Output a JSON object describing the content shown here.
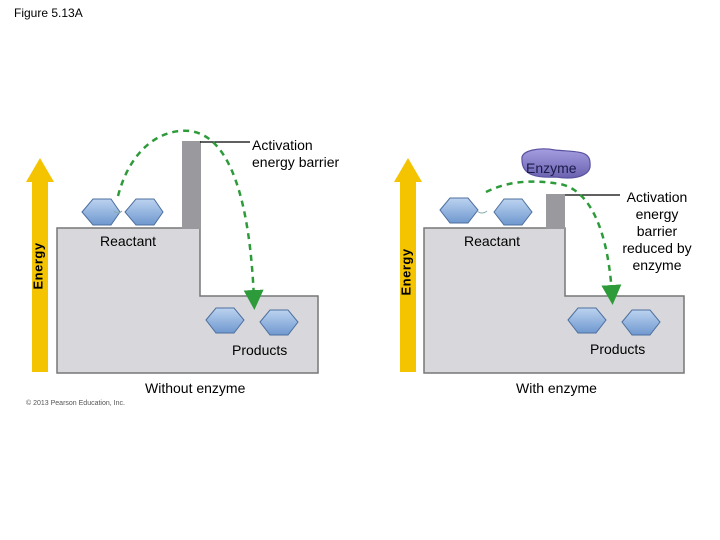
{
  "figure_title": "Figure 5.13A",
  "left_panel": {
    "axis_label": "Energy",
    "barrier_label": "Activation\nenergy barrier",
    "reactant_label": "Reactant",
    "products_label": "Products",
    "caption": "Without enzyme"
  },
  "right_panel": {
    "axis_label": "Energy",
    "enzyme_label": "Enzyme",
    "barrier_label": "Activation\nenergy\nbarrier\nreduced by\nenzyme",
    "reactant_label": "Reactant",
    "products_label": "Products",
    "caption": "With enzyme"
  },
  "copyright": "© 2013 Pearson Education, Inc.",
  "colors": {
    "energy_arrow": "#f5c400",
    "block": "#d8d8dc",
    "barrier": "#9a9a9e",
    "molecule_fill": "#8fb4e0",
    "path_arrow": "#2e9b3a",
    "enzyme": "#8880c6"
  }
}
